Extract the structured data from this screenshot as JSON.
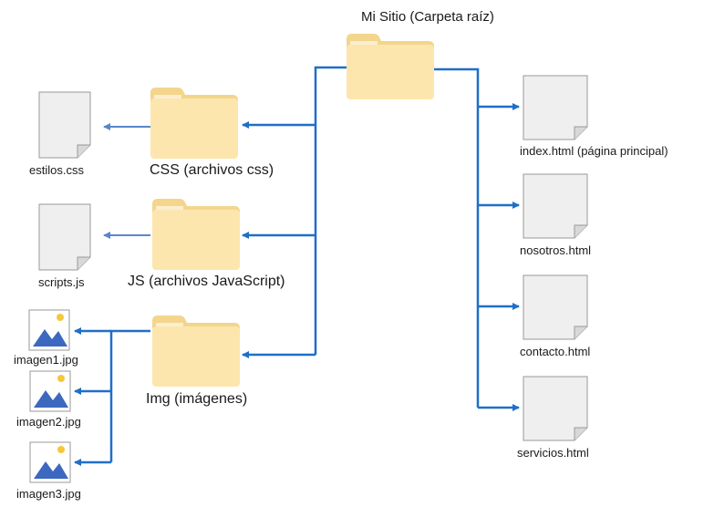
{
  "root": {
    "label": "Mi Sitio (Carpeta raíz)"
  },
  "folders": {
    "css": {
      "label": "CSS (archivos css)"
    },
    "js": {
      "label": "JS (archivos JavaScript)"
    },
    "img": {
      "label": "Img (imágenes)"
    }
  },
  "files": {
    "estilos": {
      "label": "estilos.css"
    },
    "scripts": {
      "label": "scripts.js"
    },
    "imagen1": {
      "label": "imagen1.jpg"
    },
    "imagen2": {
      "label": "imagen2.jpg"
    },
    "imagen3": {
      "label": "imagen3.jpg"
    },
    "index": {
      "label": "index.html  (página principal)"
    },
    "nosotros": {
      "label": "nosotros.html"
    },
    "contacto": {
      "label": "contacto.html"
    },
    "servicios": {
      "label": "servicios.html"
    }
  },
  "colors": {
    "connector": "#1f6fc7",
    "connector_light": "#5b86c9",
    "folder_fill": "#fde6ad",
    "folder_tab": "#f3d58c",
    "doc_fill": "#efefef",
    "doc_border": "#9a9a9a",
    "image_mountain": "#3d68bf",
    "image_sun": "#f5c73b"
  },
  "icons": {
    "folder": "folder-icon",
    "document": "document-icon",
    "image": "image-icon"
  }
}
